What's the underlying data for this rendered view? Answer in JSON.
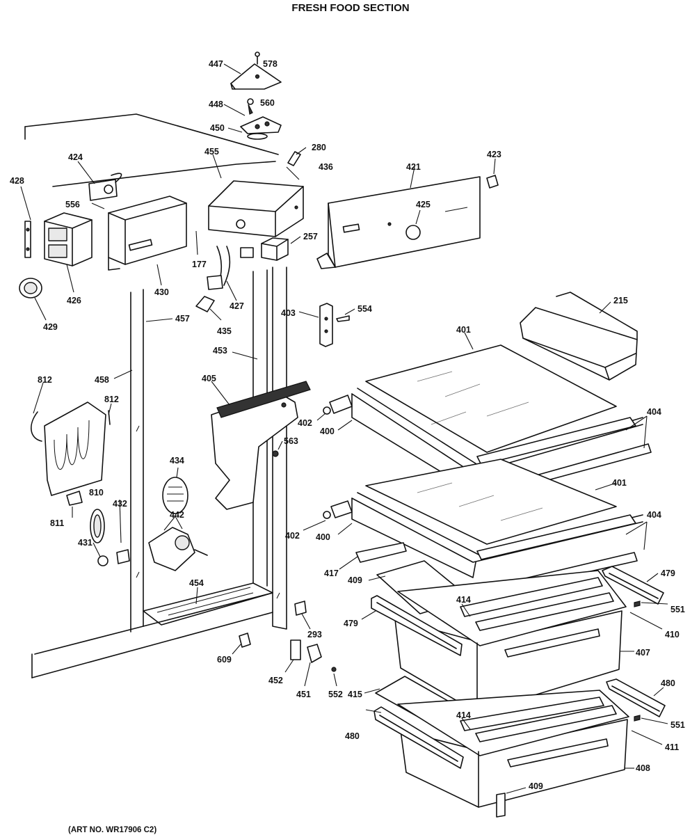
{
  "title": "FRESH FOOD SECTION",
  "footer": "(ART NO. WR17906 C2)",
  "parts": [
    {
      "id": "p447",
      "num": "447"
    },
    {
      "id": "p578",
      "num": "578"
    },
    {
      "id": "p448",
      "num": "448"
    },
    {
      "id": "p560",
      "num": "560"
    },
    {
      "id": "p450",
      "num": "450"
    },
    {
      "id": "p280",
      "num": "280"
    },
    {
      "id": "p455",
      "num": "455"
    },
    {
      "id": "p436",
      "num": "436"
    },
    {
      "id": "p421",
      "num": "421"
    },
    {
      "id": "p423",
      "num": "423"
    },
    {
      "id": "p424",
      "num": "424"
    },
    {
      "id": "p428",
      "num": "428"
    },
    {
      "id": "p556",
      "num": "556"
    },
    {
      "id": "p425",
      "num": "425"
    },
    {
      "id": "p257",
      "num": "257"
    },
    {
      "id": "p177",
      "num": "177"
    },
    {
      "id": "p426",
      "num": "426"
    },
    {
      "id": "p430",
      "num": "430"
    },
    {
      "id": "p427",
      "num": "427"
    },
    {
      "id": "p429",
      "num": "429"
    },
    {
      "id": "p457",
      "num": "457"
    },
    {
      "id": "p435",
      "num": "435"
    },
    {
      "id": "p403",
      "num": "403"
    },
    {
      "id": "p554",
      "num": "554"
    },
    {
      "id": "p215",
      "num": "215"
    },
    {
      "id": "p401a",
      "num": "401"
    },
    {
      "id": "p453",
      "num": "453"
    },
    {
      "id": "p812a",
      "num": "812"
    },
    {
      "id": "p458",
      "num": "458"
    },
    {
      "id": "p405",
      "num": "405"
    },
    {
      "id": "p812b",
      "num": "812"
    },
    {
      "id": "p404a",
      "num": "404"
    },
    {
      "id": "p402a",
      "num": "402"
    },
    {
      "id": "p400a",
      "num": "400"
    },
    {
      "id": "p563",
      "num": "563"
    },
    {
      "id": "p434",
      "num": "434"
    },
    {
      "id": "p810",
      "num": "810"
    },
    {
      "id": "p401b",
      "num": "401"
    },
    {
      "id": "p432",
      "num": "432"
    },
    {
      "id": "p442",
      "num": "442"
    },
    {
      "id": "p811",
      "num": "811"
    },
    {
      "id": "p404b",
      "num": "404"
    },
    {
      "id": "p402b",
      "num": "402"
    },
    {
      "id": "p400b",
      "num": "400"
    },
    {
      "id": "p431",
      "num": "431"
    },
    {
      "id": "p417",
      "num": "417"
    },
    {
      "id": "p479a",
      "num": "479"
    },
    {
      "id": "p409a",
      "num": "409"
    },
    {
      "id": "p454",
      "num": "454"
    },
    {
      "id": "p414a",
      "num": "414"
    },
    {
      "id": "p551a",
      "num": "551"
    },
    {
      "id": "p479b",
      "num": "479"
    },
    {
      "id": "p293",
      "num": "293"
    },
    {
      "id": "p410",
      "num": "410"
    },
    {
      "id": "p407",
      "num": "407"
    },
    {
      "id": "p609",
      "num": "609"
    },
    {
      "id": "p452",
      "num": "452"
    },
    {
      "id": "p480a",
      "num": "480"
    },
    {
      "id": "p451",
      "num": "451"
    },
    {
      "id": "p552",
      "num": "552"
    },
    {
      "id": "p415",
      "num": "415"
    },
    {
      "id": "p414b",
      "num": "414"
    },
    {
      "id": "p551b",
      "num": "551"
    },
    {
      "id": "p480b",
      "num": "480"
    },
    {
      "id": "p411",
      "num": "411"
    },
    {
      "id": "p408",
      "num": "408"
    },
    {
      "id": "p409b",
      "num": "409"
    }
  ]
}
